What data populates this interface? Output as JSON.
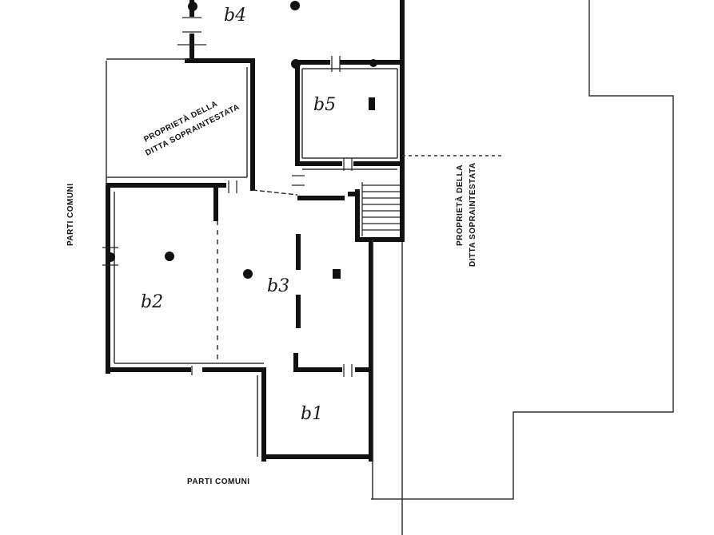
{
  "rooms": {
    "b1": "b1",
    "b2": "b2",
    "b3": "b3",
    "b4": "b4",
    "b5": "b5"
  },
  "notes": {
    "parti_comuni_left": "PARTI COMUNI",
    "parti_comuni_bottom": "PARTI COMUNI",
    "proprieta_upper_line1": "PROPRIETÀ DELLA",
    "proprieta_upper_line2": "DITTA SOPRAINTESTATA",
    "proprieta_right_line1": "PROPRIETÀ DELLA",
    "proprieta_right_line2": "DITTA SOPRAINTESTATA"
  },
  "colors": {
    "wall": "#111111",
    "thin_line": "#333333",
    "paper": "#ffffff"
  }
}
